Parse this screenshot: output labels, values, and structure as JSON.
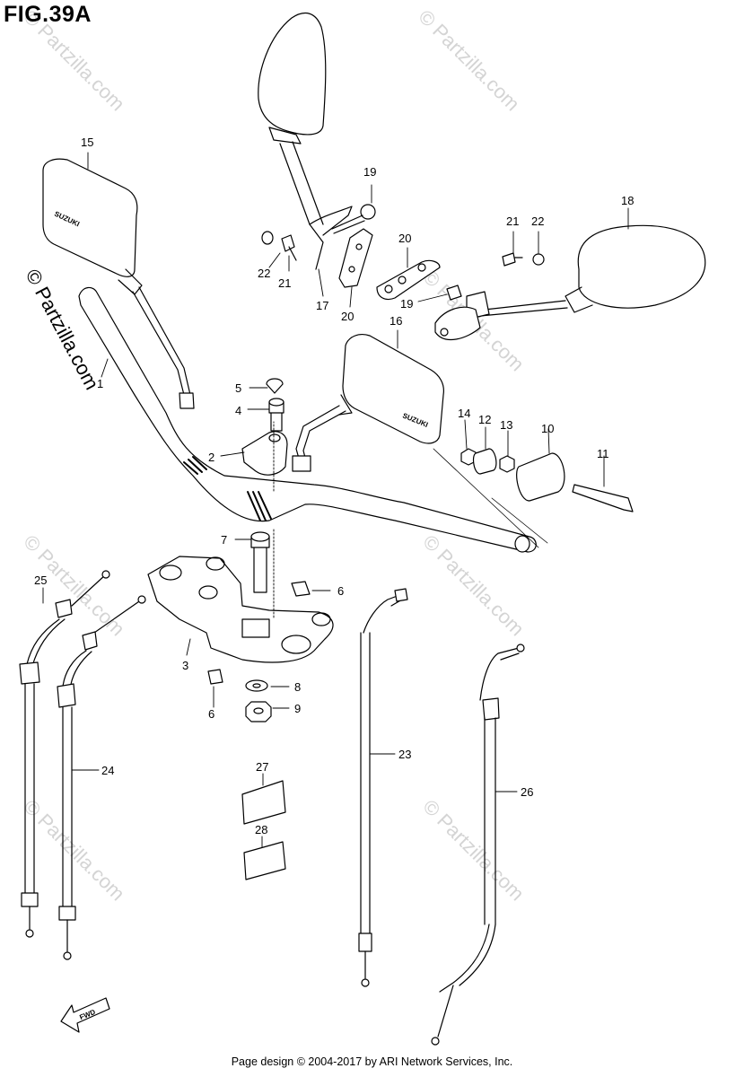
{
  "figure": {
    "title": "FIG.39A"
  },
  "watermarks": [
    {
      "text": "© Partzilla.com"
    },
    {
      "text": "© Partzilla.com"
    },
    {
      "text": "© Partzilla.com"
    },
    {
      "text": "© Partzilla.com"
    },
    {
      "text": "© Partzilla.com"
    },
    {
      "text": "© Partzilla.com"
    },
    {
      "text": "© Partzilla.com"
    },
    {
      "text": "© Partzilla.com"
    }
  ],
  "parts": [
    {
      "num": "1"
    },
    {
      "num": "2"
    },
    {
      "num": "3"
    },
    {
      "num": "4"
    },
    {
      "num": "5"
    },
    {
      "num": "6"
    },
    {
      "num": "6"
    },
    {
      "num": "7"
    },
    {
      "num": "8"
    },
    {
      "num": "9"
    },
    {
      "num": "10"
    },
    {
      "num": "11"
    },
    {
      "num": "12"
    },
    {
      "num": "13"
    },
    {
      "num": "14"
    },
    {
      "num": "15"
    },
    {
      "num": "16"
    },
    {
      "num": "17"
    },
    {
      "num": "18"
    },
    {
      "num": "19"
    },
    {
      "num": "19"
    },
    {
      "num": "20"
    },
    {
      "num": "20"
    },
    {
      "num": "21"
    },
    {
      "num": "21"
    },
    {
      "num": "22"
    },
    {
      "num": "22"
    },
    {
      "num": "23"
    },
    {
      "num": "24"
    },
    {
      "num": "25"
    },
    {
      "num": "26"
    },
    {
      "num": "27"
    },
    {
      "num": "28"
    }
  ],
  "mirror_brand": "SUZUKI",
  "fwd_label": "FWD",
  "footer": "Page design © 2004-2017 by ARI Network Services, Inc."
}
